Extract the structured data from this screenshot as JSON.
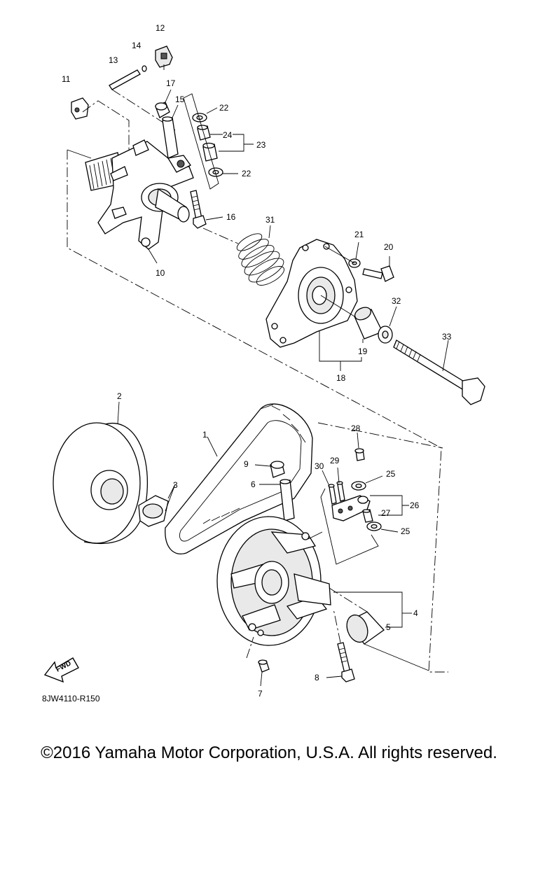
{
  "diagram": {
    "callouts": [
      "1",
      "2",
      "3",
      "4",
      "5",
      "6",
      "7",
      "8",
      "9",
      "10",
      "11",
      "12",
      "13",
      "14",
      "15",
      "16",
      "17",
      "18",
      "19",
      "20",
      "21",
      "22",
      "22",
      "23",
      "24",
      "25",
      "25",
      "26",
      "27",
      "28",
      "29",
      "30",
      "31",
      "32",
      "33"
    ],
    "direction_label": "FWD",
    "drawing_code": "8JW4110-R150"
  },
  "footer": {
    "copyright": "©2016 Yamaha Motor Corporation, U.S.A. All rights reserved."
  }
}
